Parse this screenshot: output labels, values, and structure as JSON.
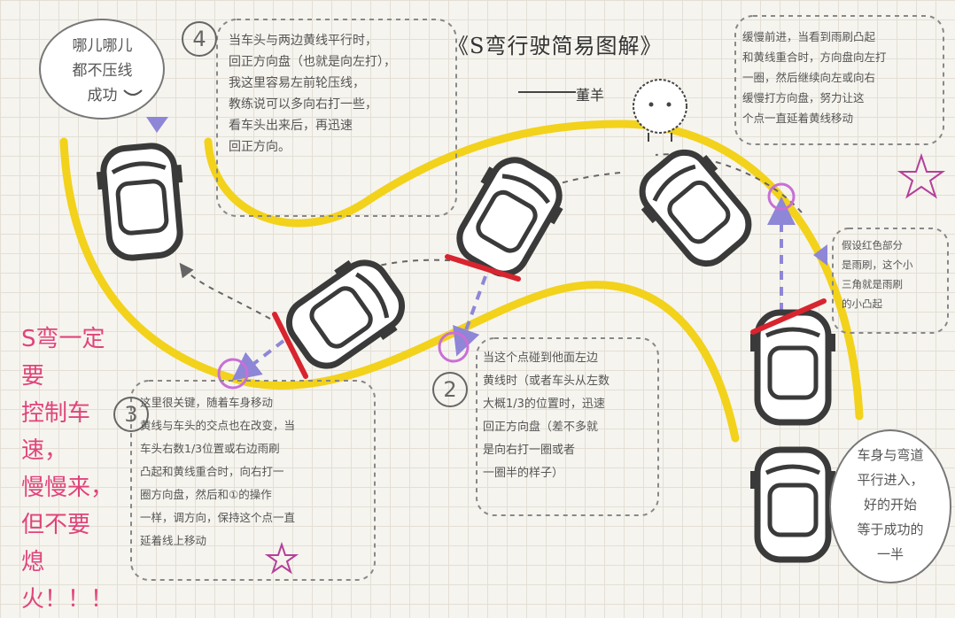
{
  "title": "《S弯行驶简易图解》",
  "author": "董羊",
  "top_left_bubble": "哪儿哪儿\n都不压线\n成功",
  "step_numbers": [
    "4",
    "2",
    "3"
  ],
  "note_step4": "当车头与两边黄线平行时，\n回正方向盘（也就是向左打），\n我这里容易左前轮压线，\n教练说可以多向右打一些，\n看车头出来后，再迅速\n回正方向。",
  "note_top_right": "缓慢前进，当看到雨刷凸起\n和黄线重合时，方向盘向左打\n一圈，然后继续向左或向右\n缓慢打方向盘，努力让这\n个点一直延着黄线移动",
  "note_wiper": "假设红色部分\n是雨刷，这个小\n三角就是雨刷\n的小凸起",
  "note_step2": "当这个点碰到他面左边\n黄线时（或者车头从左数\n大概1/3的位置时，迅速\n回正方向盘（差不多就\n是向右打一圈或者\n一圈半的样子）",
  "note_step3": "这里很关键，随着车身移动\n黄线与车头的交点也在改变，当\n车头右数1/3位置或右边雨刷\n凸起和黄线重合时，向右打一\n圈方向盘，然后和①的操作\n一样，调方向，保持这个点一直\n延着线上移动",
  "pink_warning": "S弯一定要\n控制车速，\n慢慢来，\n但不要\n熄火！！！",
  "bottom_right_bubble": "车身与弯道\n平行进入，\n好的开始\n等于成功的\n一半",
  "colors": {
    "yellow_line": "#f2d21b",
    "car_outline": "#3a3a3a",
    "wiper": "#d8242f",
    "guide": "#8e86d6",
    "pink": "#e0447c"
  }
}
